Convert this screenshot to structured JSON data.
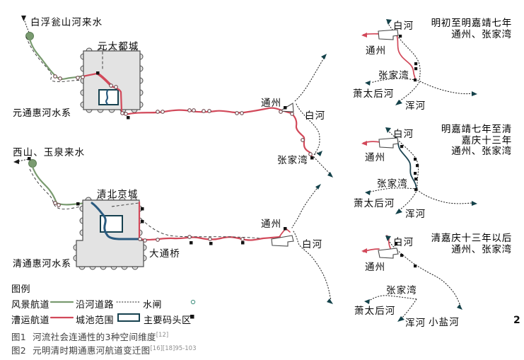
{
  "page": {
    "number": "2"
  },
  "yuan_map": {
    "source": "白浮瓮山河来水",
    "city": "元大都城",
    "system": "元通惠河水系",
    "tongzhou": "通州",
    "baihe": "白河",
    "zhangjiawan": "张家湾"
  },
  "qing_map": {
    "source": "西山、玉泉来水",
    "city": "清北京城",
    "system": "清通惠河水系",
    "datongqiao": "大通桥",
    "tongzhou": "通州",
    "baihe": "白河"
  },
  "mini_maps": [
    {
      "title_lines": [
        "明初至明嘉靖七年",
        "通州、张家湾"
      ],
      "baihe": "白河",
      "tongzhou": "通州",
      "zhangjiawan": "张家湾",
      "xiaotaihouhe": "萧太后河",
      "hunhe": "浑河"
    },
    {
      "title_lines": [
        "明嘉靖七年至清",
        "嘉庆十三年",
        "通州、张家湾"
      ],
      "baihe": "白河",
      "tongzhou": "通州",
      "zhangjiawan": "张家湾",
      "xiaotaihouhe": "萧太后河",
      "hunhe": "浑河"
    },
    {
      "title_lines": [
        "清嘉庆十三年以后",
        "通州、张家湾"
      ],
      "baihe": "白河",
      "tongzhou": "通州",
      "zhangjiawan": "张家湾",
      "xiaotaihouhe": "萧太后河",
      "hunhe": "浑河",
      "xiaoyanhe": "小盐河"
    }
  ],
  "legend": {
    "title": "图例",
    "items": [
      {
        "label": "风景航道",
        "symbol": "scenic-green-line"
      },
      {
        "label": "沿河道路",
        "symbol": "dotted-line"
      },
      {
        "label": "水闸",
        "symbol": "small-circle"
      },
      {
        "label": "漕运航道",
        "symbol": "canal-red-line"
      },
      {
        "label": "城池范围",
        "symbol": "city-rect-outline"
      },
      {
        "label": "主要码头区",
        "symbol": "black-square"
      }
    ]
  },
  "captions": [
    {
      "num": "图1",
      "text": "河流社会连通性的3种空间维度",
      "ref": "[12]"
    },
    {
      "num": "图2",
      "text": "元明清时期通惠河航道变迁图",
      "ref": "[16][18]95-103"
    }
  ],
  "colors": {
    "scenic_waterway": "#7a9b70",
    "canal_waterway": "#d2495a",
    "city_range_outline": "#16414f",
    "inner_water": "#2a5b80",
    "city_fill": "#e3e3e3"
  }
}
